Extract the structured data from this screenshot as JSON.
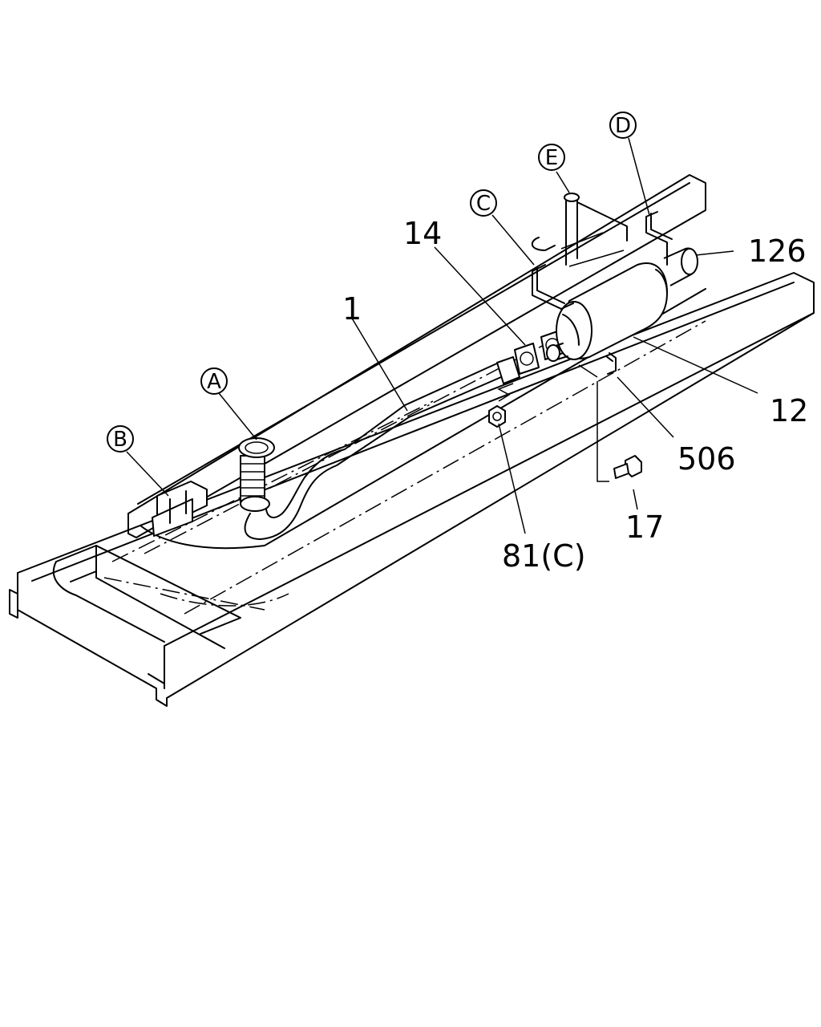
{
  "diagram": {
    "part_labels": {
      "pipe": "1",
      "gasket": "14",
      "hanger": "126",
      "muffler": "12",
      "clip": "506",
      "bolt": "17",
      "nut": "81(C)"
    },
    "callouts": {
      "a": "A",
      "b": "B",
      "c": "C",
      "d": "D",
      "e": "E"
    }
  }
}
